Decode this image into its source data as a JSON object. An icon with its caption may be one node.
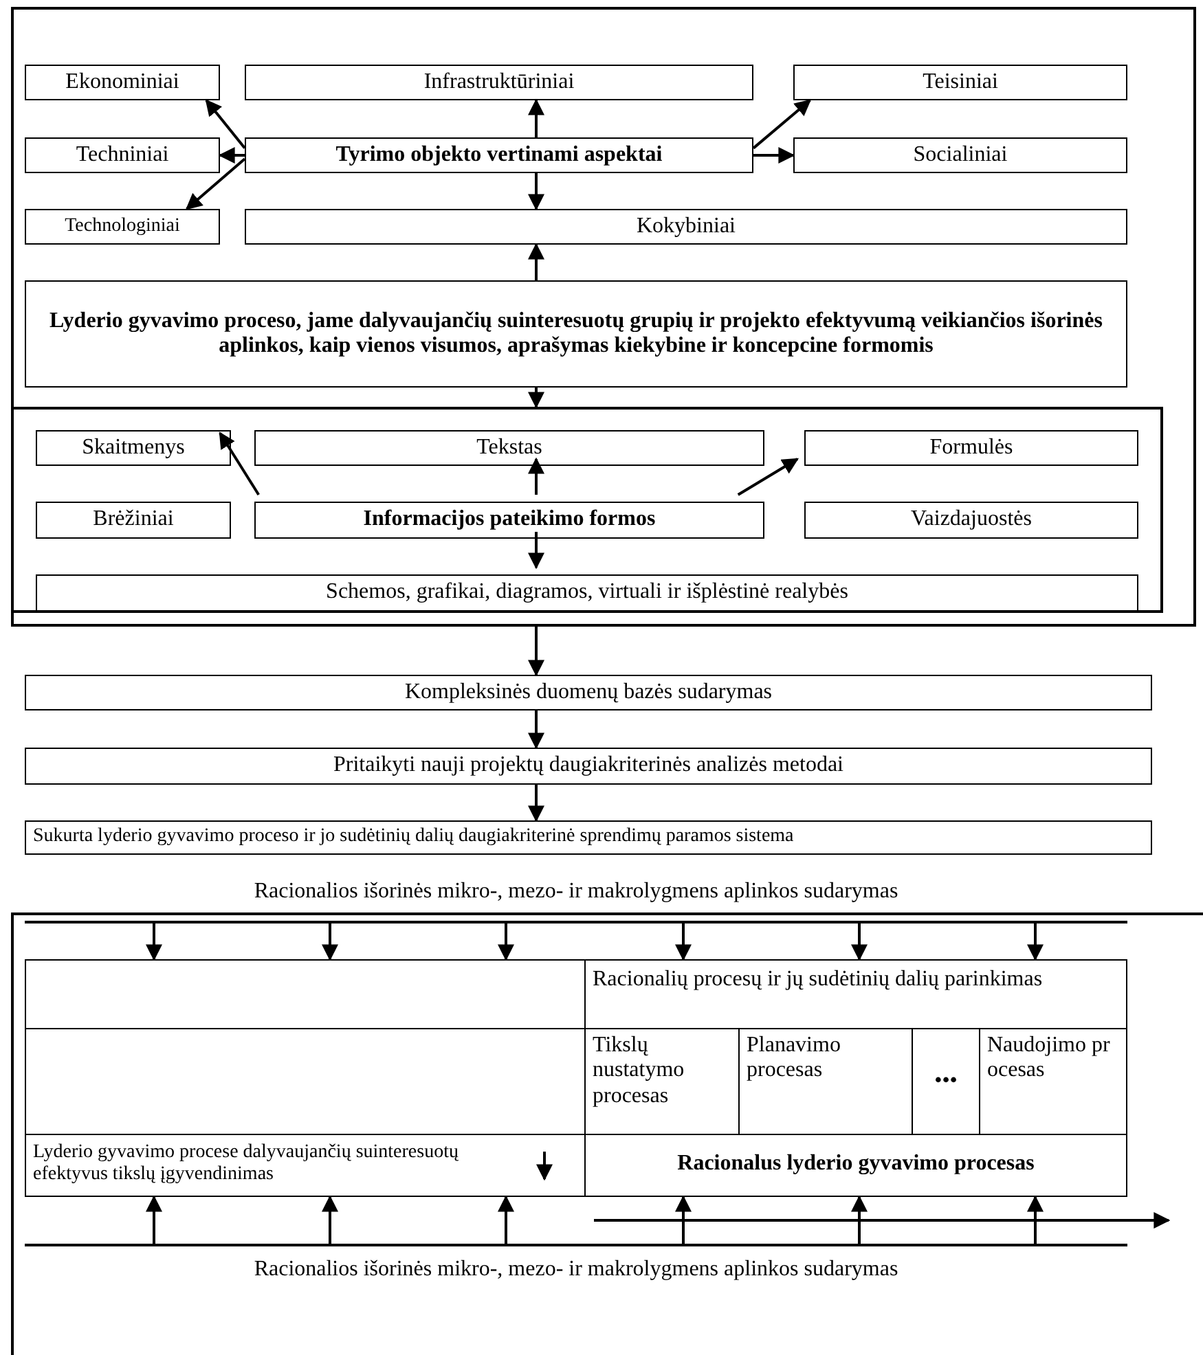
{
  "diagram": {
    "nodes": [
      {
        "text": [],
        "shape": "box"
      },
      {
        "text": [
          "Ekonominiai"
        ],
        "in": 0
      },
      {
        "text": [
          "Infrastruktūriniai"
        ],
        "in": 0
      },
      {
        "text": [
          "Teisiniai"
        ],
        "in": 0
      },
      {
        "text": [
          "Techniniai"
        ],
        "in": 0
      },
      {
        "text": [
          "Tyrimo objekto vertinami aspektai"
        ],
        "in": 0
      },
      {
        "text": [
          "Socialiniai"
        ],
        "in": 0
      },
      {
        "text": [
          "Technologiniai"
        ],
        "in": 0
      },
      {
        "text": [
          "Kokybiniai"
        ],
        "in": 0
      },
      {
        "text": [
          "Lyderio gyvavimo proceso, jame dalyvaujančių suinteresuotų grupių ir projekto efektyvumą veikiančios išorinės aplinkos, kaip vienos visumos, aprašymas kiekybine ir koncepcine formomis"
        ],
        "in": 0
      },
      {
        "text": [],
        "shape": "box",
        "in": 0
      },
      {
        "text": [
          "Skaitmenys"
        ],
        "in": 10
      },
      {
        "text": [
          "Tekstas"
        ],
        "in": 10
      },
      {
        "text": [
          "Formulės"
        ],
        "in": 10
      },
      {
        "text": [
          "Brėžiniai"
        ],
        "in": 10
      },
      {
        "text": [
          "Informacijos pateikimo formos"
        ],
        "in": 10
      },
      {
        "text": [
          "Vaizdajuostės"
        ],
        "in": 10
      },
      {
        "text": [
          "Schemos, grafikai, diagramos, virtuali ir išplėstinė realybės"
        ],
        "in": 10
      },
      {
        "text": [
          "Kompleksinės duomenų bazės sudarymas"
        ]
      },
      {
        "text": [
          "Pritaikyti nauji projektų daugiakriterinės analizės metodai"
        ]
      },
      {
        "text": [
          "Sukurta lyderio gyvavimo proceso ir jo sudėtinių dalių daugiakriterinė sprendimų paramos sistema"
        ]
      },
      {
        "text": [
          "Racionalios išorinės mikro-, mezo- ir makrolygmens aplinkos sudarymas"
        ]
      },
      {
        "text": [],
        "shape": "box"
      },
      {
        "text": [],
        "shape": "box",
        "in": 22
      },
      {
        "text": [
          "Racionalių procesų ir jų sudėtinių dalių parinkimas"
        ],
        "in": 22
      },
      {
        "text": [],
        "shape": "box",
        "in": 22
      },
      {
        "text": [
          "Tikslų nustatymo procesas"
        ],
        "in": 22
      },
      {
        "text": [
          "Planavimo procesas"
        ],
        "in": 22
      },
      {
        "text": [
          "•••"
        ],
        "in": 22
      },
      {
        "text": [
          "Naudojimo procesas"
        ],
        "in": 22
      },
      {
        "text": [
          "Lyderio gyvavimo procese dalyvaujančių suinteresuotų efektyvus tikslų įgyvendinimas"
        ],
        "in": 22
      },
      {
        "text": [
          "Racionalus lyderio gyvavimo procesas"
        ],
        "in": 22
      },
      {
        "text": [
          "Racionalios išorinės mikro-, mezo- ir makrolygmens aplinkos sudarymas"
        ],
        "in": 22
      }
    ],
    "edges": [
      {
        "from": 5,
        "to": 1,
        "arrow": "to"
      },
      {
        "from": 5,
        "to": 2,
        "arrow": "to"
      },
      {
        "from": 5,
        "to": 3,
        "arrow": "to"
      },
      {
        "from": 5,
        "to": 4,
        "arrow": "to"
      },
      {
        "from": 5,
        "to": 6,
        "arrow": "to"
      },
      {
        "from": 5,
        "to": 7,
        "arrow": "to"
      },
      {
        "from": 5,
        "to": 8,
        "arrow": "to"
      },
      {
        "from": 9,
        "to": 8,
        "arrow": "to"
      },
      {
        "from": 9,
        "to": 10,
        "arrow": "to"
      },
      {
        "from": 15,
        "to": 11,
        "arrow": "to"
      },
      {
        "from": 15,
        "to": 12,
        "arrow": "to"
      },
      {
        "from": 15,
        "to": 13,
        "arrow": "to"
      },
      {
        "from": 15,
        "to": 17,
        "arrow": "to"
      },
      {
        "from": 0,
        "to": 18,
        "arrow": "to"
      },
      {
        "from": 18,
        "to": 19,
        "arrow": "to"
      },
      {
        "from": 19,
        "to": 20,
        "arrow": "to"
      },
      {
        "from": 21,
        "to": 23,
        "arrow": "to"
      },
      {
        "from": 21,
        "to": 23,
        "arrow": "to"
      },
      {
        "from": 21,
        "to": 23,
        "arrow": "to"
      },
      {
        "from": 21,
        "to": 24,
        "arrow": "to"
      },
      {
        "from": 21,
        "to": 24,
        "arrow": "to"
      },
      {
        "from": 21,
        "to": 24,
        "arrow": "to"
      },
      {
        "from": 32,
        "to": 30,
        "arrow": "to"
      },
      {
        "from": 32,
        "to": 30,
        "arrow": "to"
      },
      {
        "from": 32,
        "to": 30,
        "arrow": "to"
      },
      {
        "from": 32,
        "to": 31,
        "arrow": "to"
      },
      {
        "from": 32,
        "to": 31,
        "arrow": "to"
      },
      {
        "from": 32,
        "to": 31,
        "arrow": "to"
      }
    ]
  }
}
